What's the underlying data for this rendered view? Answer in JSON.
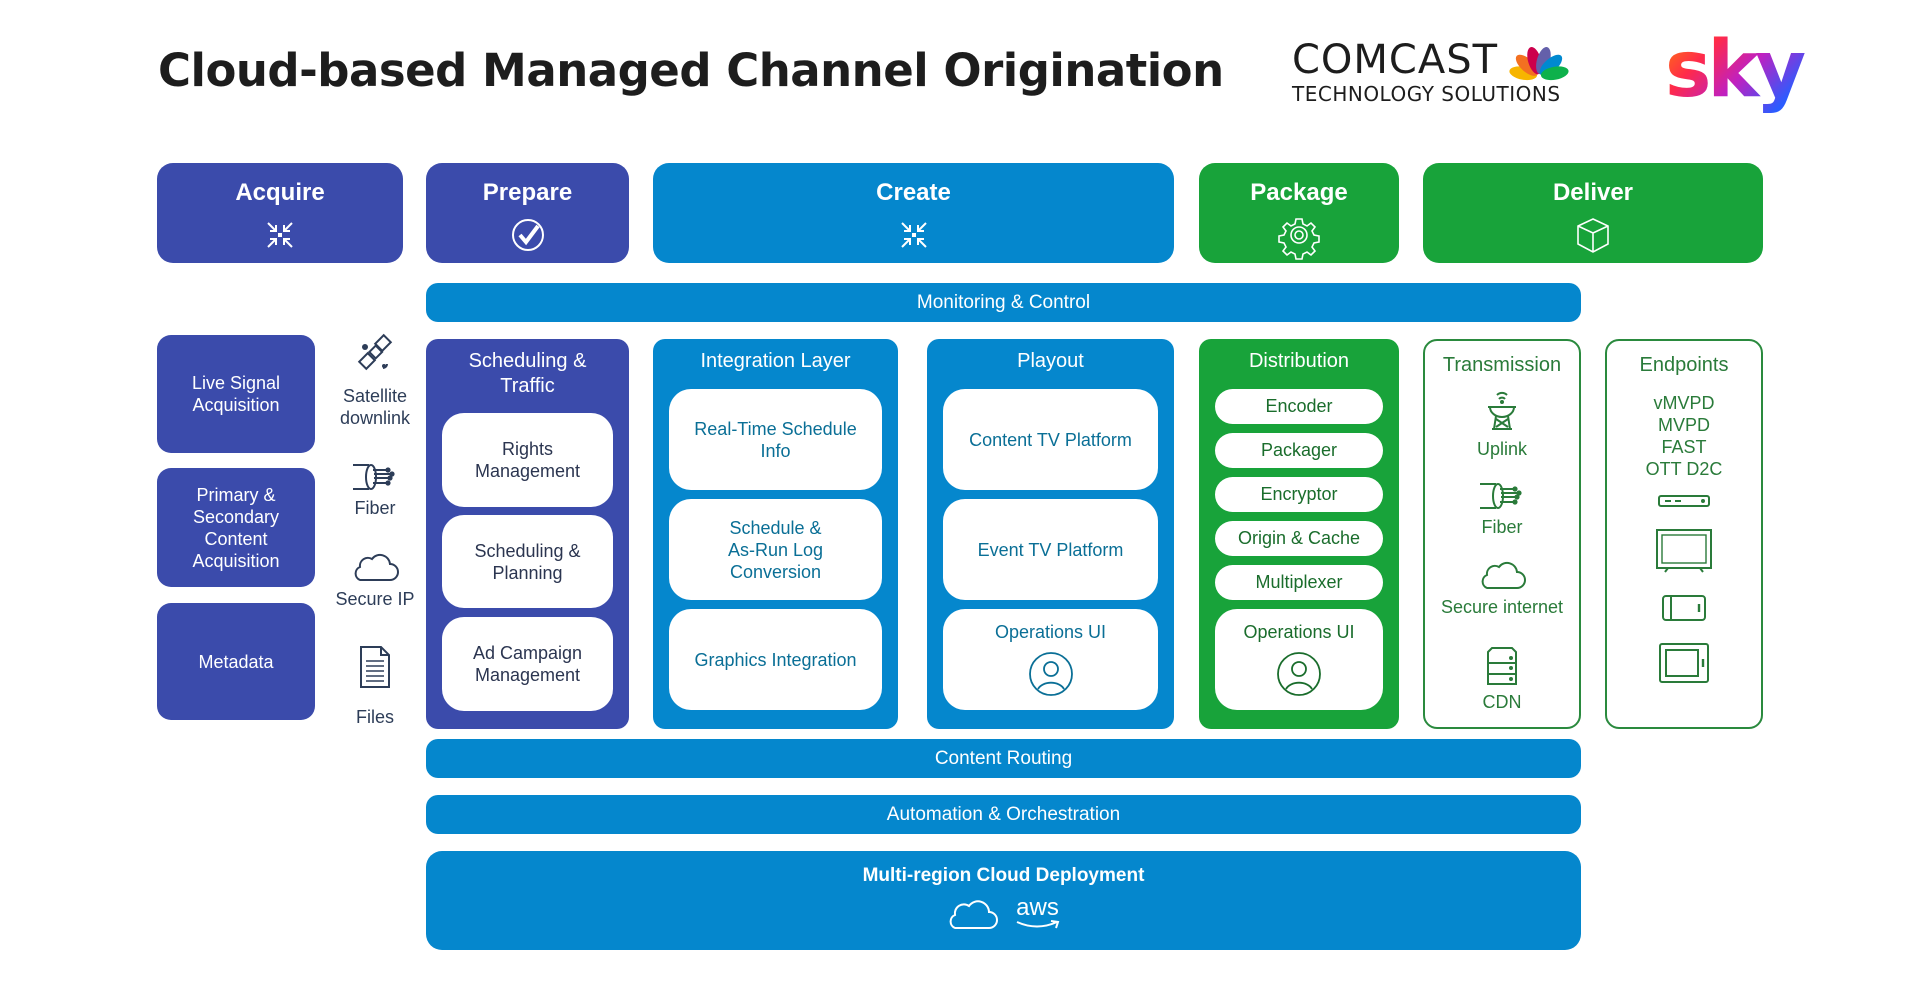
{
  "title": "Cloud-based Managed Channel Origination",
  "logos": {
    "comcast_word": "COMCAST",
    "comcast_sub": "TECHNOLOGY SOLUTIONS",
    "peacock_colors": [
      "#f7b500",
      "#f37021",
      "#cc004c",
      "#6460aa",
      "#0089d0",
      "#0db14b"
    ],
    "sky_word": "sky"
  },
  "stages": [
    {
      "label": "Acquire",
      "icon": "converge-arrows-icon",
      "color": "#3b4bab"
    },
    {
      "label": "Prepare",
      "icon": "check-circle-icon",
      "color": "#3b4bab"
    },
    {
      "label": "Create",
      "icon": "converge-arrows-icon",
      "color": "#0587cd"
    },
    {
      "label": "Package",
      "icon": "gear-icon",
      "color": "#18a33a"
    },
    {
      "label": "Deliver",
      "icon": "cube-icon",
      "color": "#18a33a"
    }
  ],
  "monitoring": "Monitoring & Control",
  "acquire": {
    "boxes": [
      "Live Signal\nAcquisition",
      "Primary &\nSecondary\nContent\nAcquisition",
      "Metadata"
    ],
    "sources": [
      {
        "label": "Satellite\ndownlink",
        "icon": "satellite-icon"
      },
      {
        "label": "Fiber",
        "icon": "fiber-icon"
      },
      {
        "label": "Secure IP",
        "icon": "cloud-icon"
      },
      {
        "label": "Files",
        "icon": "document-icon"
      }
    ]
  },
  "scheduling": {
    "header": "Scheduling &\nTraffic",
    "items": [
      "Rights\nManagement",
      "Scheduling &\nPlanning",
      "Ad Campaign\nManagement"
    ]
  },
  "integration": {
    "header": "Integration Layer",
    "items": [
      "Real-Time Schedule\nInfo",
      "Schedule &\nAs-Run Log\nConversion",
      "Graphics Integration"
    ]
  },
  "playout": {
    "header": "Playout",
    "items": [
      "Content TV Platform",
      "Event TV Platform",
      "Operations UI"
    ]
  },
  "distribution": {
    "header": "Distribution",
    "items": [
      "Encoder",
      "Packager",
      "Encryptor",
      "Origin & Cache",
      "Multiplexer"
    ],
    "ops": "Operations UI"
  },
  "transmission": {
    "header": "Transmission",
    "items": [
      {
        "label": "Uplink",
        "icon": "satellite-dish-icon"
      },
      {
        "label": "Fiber",
        "icon": "fiber-icon"
      },
      {
        "label": "Secure internet",
        "icon": "cloud-icon"
      },
      {
        "label": "CDN",
        "icon": "server-icon"
      }
    ]
  },
  "endpoints": {
    "header": "Endpoints",
    "list": "vMVPD\nMVPD\nFAST\nOTT D2C",
    "devices": [
      "set-top-box-icon",
      "tv-icon",
      "phone-icon",
      "tablet-icon"
    ]
  },
  "bars": {
    "content_routing": "Content Routing",
    "automation": "Automation & Orchestration",
    "cloud": "Multi-region Cloud Deployment",
    "aws": "aws"
  }
}
